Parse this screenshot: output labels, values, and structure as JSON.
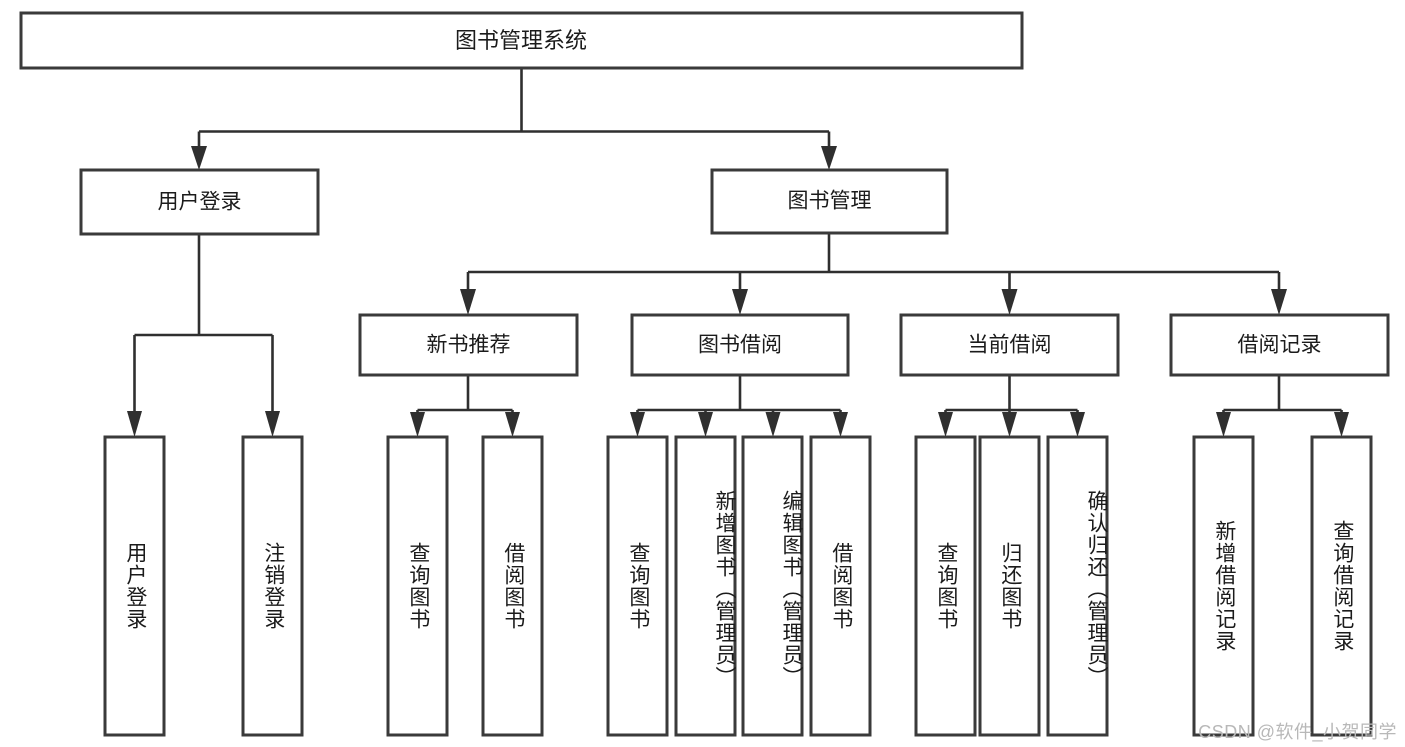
{
  "diagram": {
    "type": "tree-hierarchy",
    "title": "图书管理系统",
    "root": {
      "label": "图书管理系统",
      "orientation": "horizontal"
    },
    "level2": [
      {
        "label": "用户登录",
        "orientation": "horizontal"
      },
      {
        "label": "图书管理",
        "orientation": "horizontal"
      }
    ],
    "level3": [
      {
        "label": "新书推荐",
        "orientation": "horizontal",
        "parent": "图书管理"
      },
      {
        "label": "图书借阅",
        "orientation": "horizontal",
        "parent": "图书管理"
      },
      {
        "label": "当前借阅",
        "orientation": "horizontal",
        "parent": "图书管理"
      },
      {
        "label": "借阅记录",
        "orientation": "horizontal",
        "parent": "图书管理"
      }
    ],
    "leaves": {
      "user_login": [
        {
          "label": "用户登录",
          "orientation": "vertical"
        },
        {
          "label": "注销登录",
          "orientation": "vertical"
        }
      ],
      "new_book_recommend": [
        {
          "label": "查询图书",
          "orientation": "vertical"
        },
        {
          "label": "借阅图书",
          "orientation": "vertical"
        }
      ],
      "book_borrow": [
        {
          "label": "查询图书",
          "orientation": "vertical"
        },
        {
          "label": "新增图书（管理员）",
          "orientation": "vertical"
        },
        {
          "label": "编辑图书（管理员）",
          "orientation": "vertical"
        },
        {
          "label": "借阅图书",
          "orientation": "vertical"
        }
      ],
      "current_borrow": [
        {
          "label": "查询图书",
          "orientation": "vertical"
        },
        {
          "label": "归还图书",
          "orientation": "vertical"
        },
        {
          "label": "确认归还（管理员）",
          "orientation": "vertical"
        }
      ],
      "borrow_record": [
        {
          "label": "新增借阅记录",
          "orientation": "vertical"
        },
        {
          "label": "查询借阅记录",
          "orientation": "vertical"
        }
      ]
    },
    "colors": {
      "background": "#ffffff",
      "box_border": "#3a3a3a",
      "connector": "#2f2f2f",
      "text": "#1b1b1b",
      "watermark": "#b8b8b8"
    }
  },
  "watermark": {
    "text": "CSDN @软件_小贺同学"
  }
}
